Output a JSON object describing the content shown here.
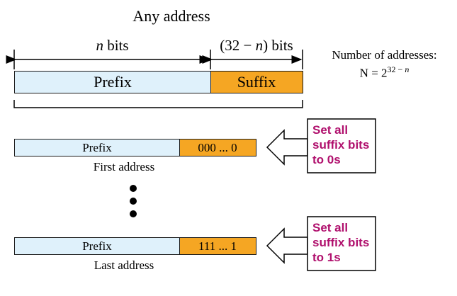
{
  "title": "Any address",
  "prefix_width_label": {
    "var": "n",
    "rest": " bits"
  },
  "suffix_width_label": {
    "pre": "(32 − ",
    "var": "n",
    "post": ") bits"
  },
  "main_block": {
    "prefix": "Prefix",
    "suffix": "Suffix"
  },
  "count_info": {
    "line1": "Number of addresses:",
    "base": "N = 2",
    "exp": "32 − n"
  },
  "first_block": {
    "prefix": "Prefix",
    "suffix": "000 ... 0",
    "caption": "First address"
  },
  "last_block": {
    "prefix": "Prefix",
    "suffix": "111 ... 1",
    "caption": "Last address"
  },
  "first_note": {
    "line1": "Set all",
    "line2": "suffix bits",
    "line3": "to 0s"
  },
  "last_note": {
    "line1": "Set all",
    "line2": "suffix bits",
    "line3": "to 1s"
  },
  "colors": {
    "prefix_fill": "#dff1fb",
    "suffix_fill": "#f5a623",
    "note_text": "#b0106d"
  }
}
